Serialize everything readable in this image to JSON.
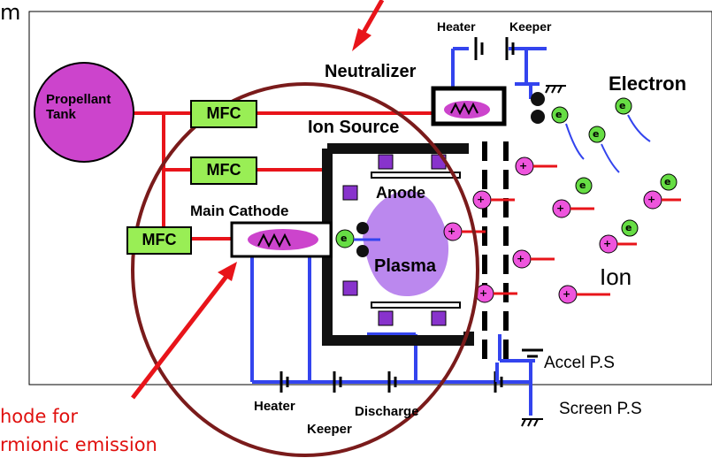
{
  "top_text": "m",
  "labels": {
    "heater_top": "Heater",
    "keeper_top": "Keeper",
    "neutralizer": "Neutralizer",
    "electron": "Electron",
    "propellant_tank": "Propellant\nTank",
    "mfc_1": "MFC",
    "mfc_2": "MFC",
    "mfc_3": "MFC",
    "ion_source": "Ion Source",
    "anode": "Anode",
    "main_cathode": "Main Cathode",
    "plasma": "Plasma",
    "ion": "Ion",
    "accel_ps": "Accel P.S",
    "screen_ps": "Screen P.S",
    "heater_bottom": "Heater",
    "discharge": "Discharge",
    "keeper_bottom": "Keeper"
  },
  "annotation": {
    "line1": "hode for",
    "line2": "rmionic emission"
  },
  "particle_symbols": {
    "electron": "e",
    "ion": "+"
  },
  "colors": {
    "red_line": "#e8141a",
    "blue_line": "#3344ee",
    "magenta": "#cc44cc",
    "plasma": "#bb88ee",
    "mfc_green": "#99ee55",
    "electron_green": "#66dd44",
    "ion_pink": "#ee55dd",
    "circle": "#7a1b1b",
    "annotation_red": "#e0100e"
  }
}
